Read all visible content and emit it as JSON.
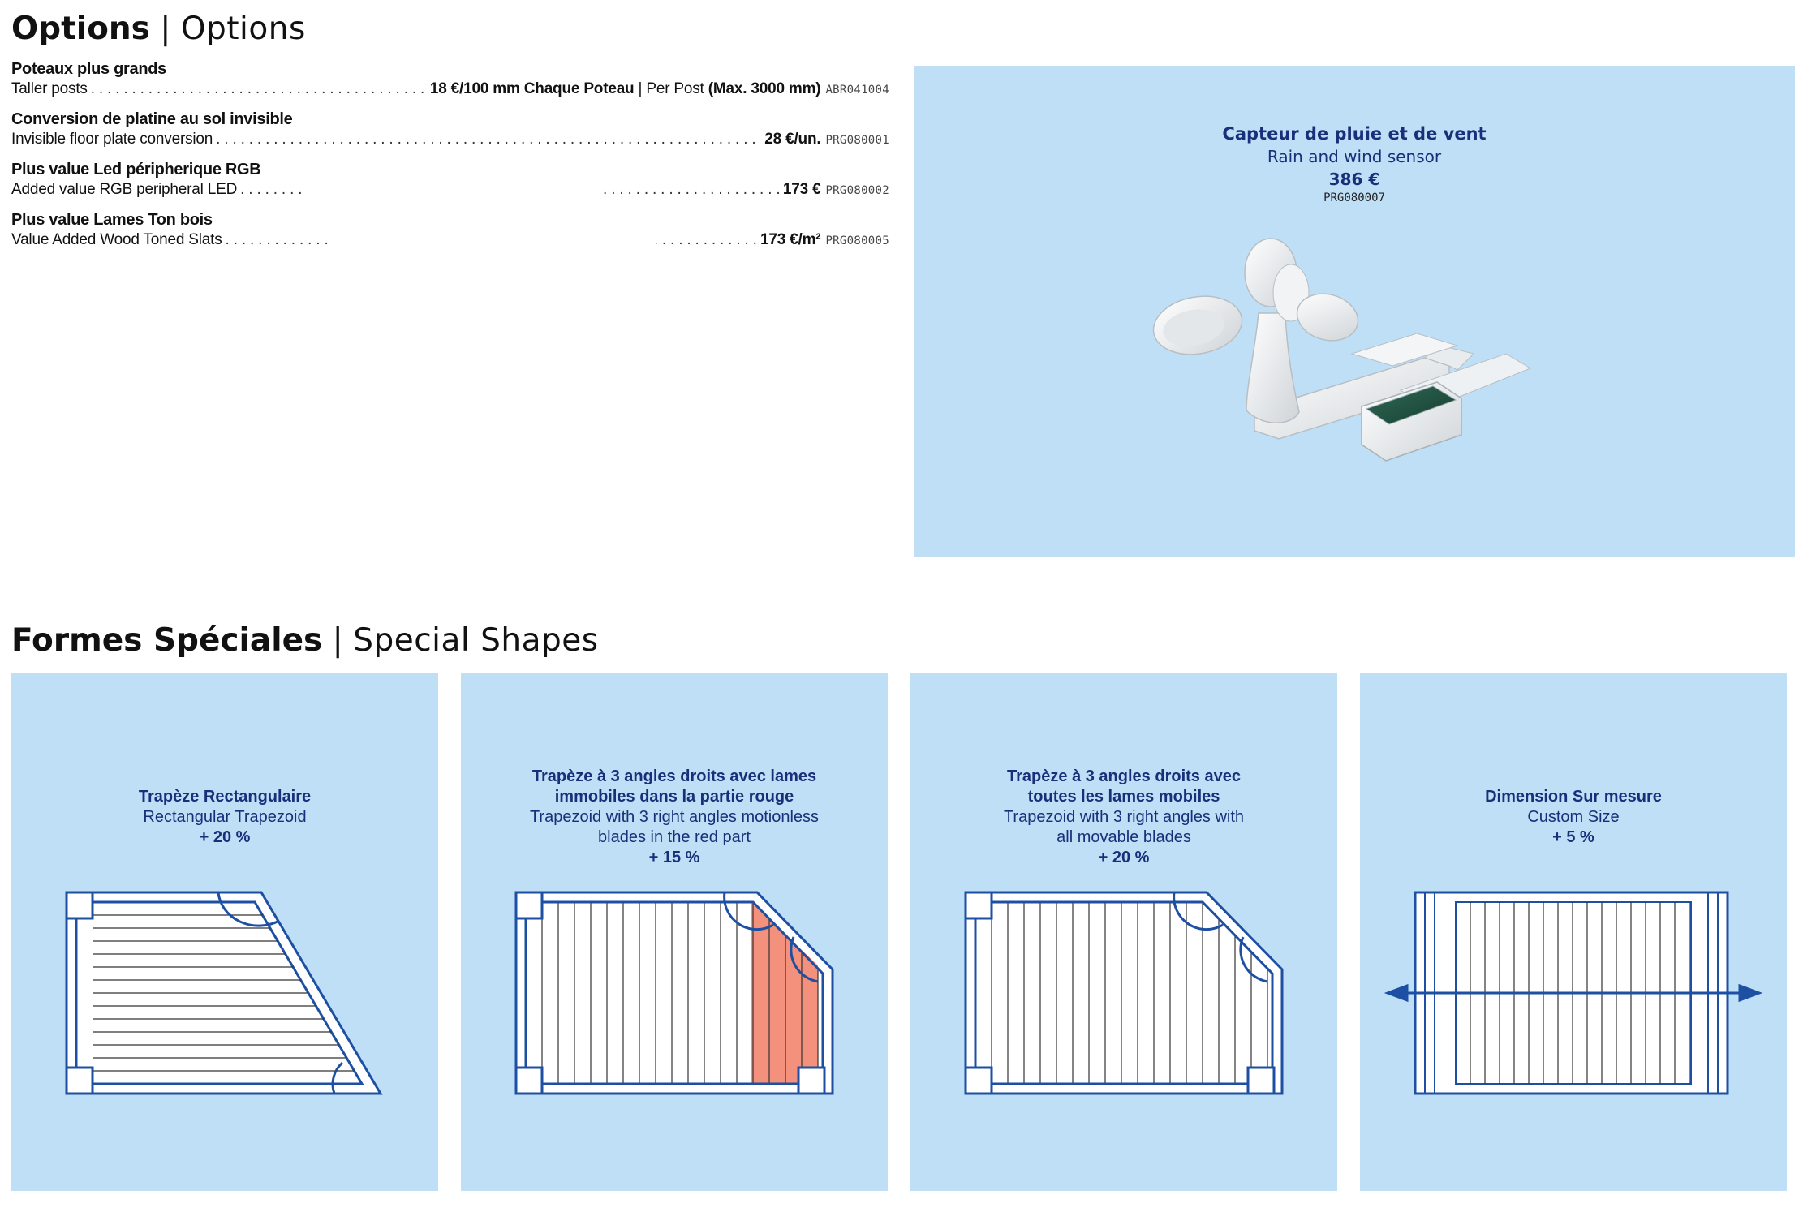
{
  "options_section": {
    "title_bold": "Options",
    "separator": "|",
    "title_light": "Options",
    "items": [
      {
        "fr": "Poteaux plus grands",
        "en": "Taller posts",
        "price": "18 €/100 mm Chaque Poteau",
        "price_suffix": " | Per Post ",
        "price_max": "(Max. 3000 mm)",
        "code": "ABR041004"
      },
      {
        "fr": "Conversion de platine au sol invisible",
        "en": "Invisible floor plate conversion",
        "price": "28 €/un.",
        "price_suffix": "",
        "price_max": "",
        "code": "PRG080001"
      },
      {
        "fr": "Plus value Led péripherique RGB",
        "en": "Added value RGB peripheral LED",
        "price": "173 €",
        "price_suffix": "",
        "price_max": "",
        "code": "PRG080002"
      },
      {
        "fr": "Plus value Lames Ton bois",
        "en": "Value Added Wood Toned Slats",
        "price": "173 €/m²",
        "price_suffix": "",
        "price_max": "",
        "code": "PRG080005"
      }
    ]
  },
  "sensor": {
    "title_fr": "Capteur de pluie et de vent",
    "title_en": "Rain and wind sensor",
    "price": "386 €",
    "code": "PRG080007",
    "image_icon": "rain-wind-sensor-image"
  },
  "shapes_section": {
    "title_bold": "Formes Spéciales",
    "separator": "|",
    "title_light": "Special Shapes",
    "cards": [
      {
        "fr": [
          "Trapèze Rectangulaire"
        ],
        "en": [
          "Rectangular Trapezoid"
        ],
        "pct": "+ 20 %"
      },
      {
        "fr": [
          "Trapèze à 3 angles droits avec lames",
          "immobiles dans la partie rouge"
        ],
        "en": [
          "Trapezoid with 3 right angles motionless",
          "blades in the red part"
        ],
        "pct": "+ 15 %"
      },
      {
        "fr": [
          "Trapèze à 3 angles droits avec",
          "toutes les lames mobiles"
        ],
        "en": [
          "Trapezoid with 3 right angles with",
          "all movable blades"
        ],
        "pct": "+ 20 %"
      },
      {
        "fr": [
          "Dimension Sur mesure"
        ],
        "en": [
          "Custom Size"
        ],
        "pct": "+ 5 %"
      }
    ]
  },
  "colors": {
    "panel_bg": "#bfdff7",
    "text_blue": "#1a2f7a",
    "diagram_blue": "#1d4fa3",
    "red_fill": "#f4917d"
  }
}
